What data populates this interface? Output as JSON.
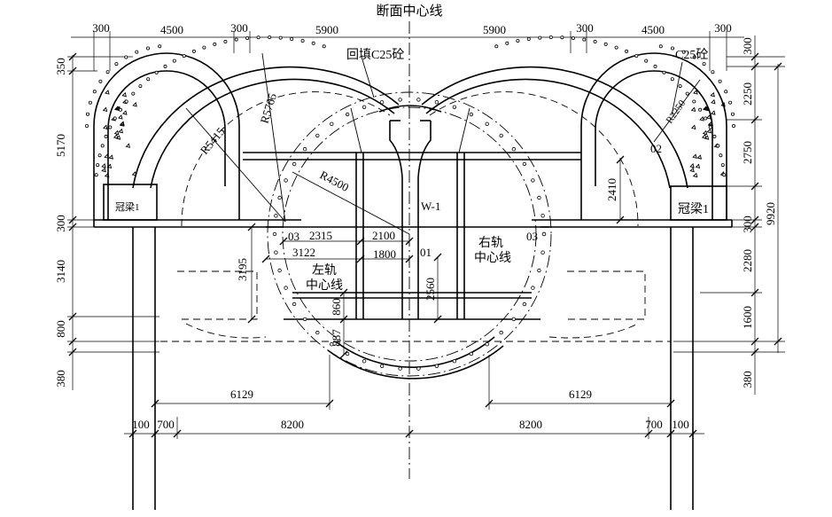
{
  "title": "断面中心线",
  "labels": {
    "backfill": "回填C25砼",
    "concrete_right": "C25砼",
    "crown_beam_left": "冠梁1",
    "crown_beam_right": "冠梁1",
    "left_track": [
      "左轨",
      "中心线"
    ],
    "right_track": [
      "右轨",
      "中心线"
    ],
    "w1": "W-1",
    "pt_01": "01",
    "pt_02": "02",
    "pt_03_left": "03",
    "pt_03_right": "03"
  },
  "radii": {
    "r5765": "R5765",
    "r5415": "R5415",
    "r4500": "R4500",
    "r2250": "R2250"
  },
  "dims": {
    "top": [
      "300",
      "4500",
      "300",
      "5900",
      "5900",
      "300",
      "4500",
      "300"
    ],
    "left": [
      "350",
      "5170",
      "300",
      "3140",
      "800",
      "380"
    ],
    "right": [
      "300",
      "2250",
      "2750",
      "300",
      "2280",
      "1600",
      "380"
    ],
    "right_total": "9920",
    "inner": {
      "d2410": "2410",
      "d2315": "2315",
      "d2100": "2100",
      "d3122": "3122",
      "d1800": "1800",
      "d3195": "3195",
      "d2560": "2560",
      "d860": "860",
      "d887": "887"
    },
    "bottom": {
      "left_6129": "6129",
      "right_6129": "6129",
      "left_100": "100",
      "left_700": "700",
      "left_8200": "8200",
      "right_8200": "8200",
      "right_700": "700",
      "right_100": "100"
    }
  }
}
